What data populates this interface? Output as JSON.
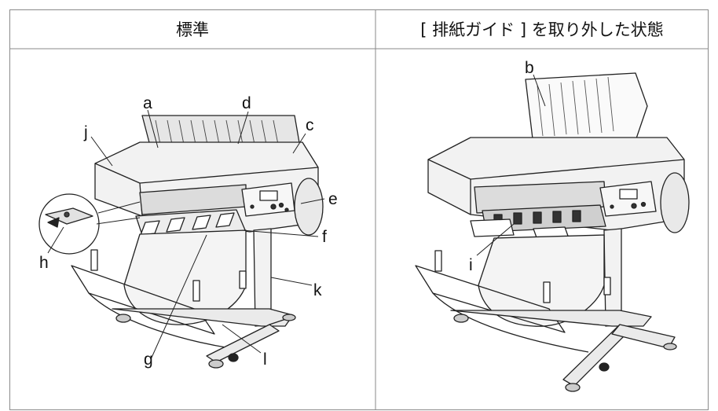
{
  "table": {
    "headers": [
      "標準",
      "[ 排紙ガイド ] を取り外した状態"
    ]
  },
  "labels": {
    "a": "a",
    "b": "b",
    "c": "c",
    "d": "d",
    "e": "e",
    "f": "f",
    "g": "g",
    "h": "h",
    "i": "i",
    "j": "j",
    "k": "k",
    "l": "l"
  }
}
